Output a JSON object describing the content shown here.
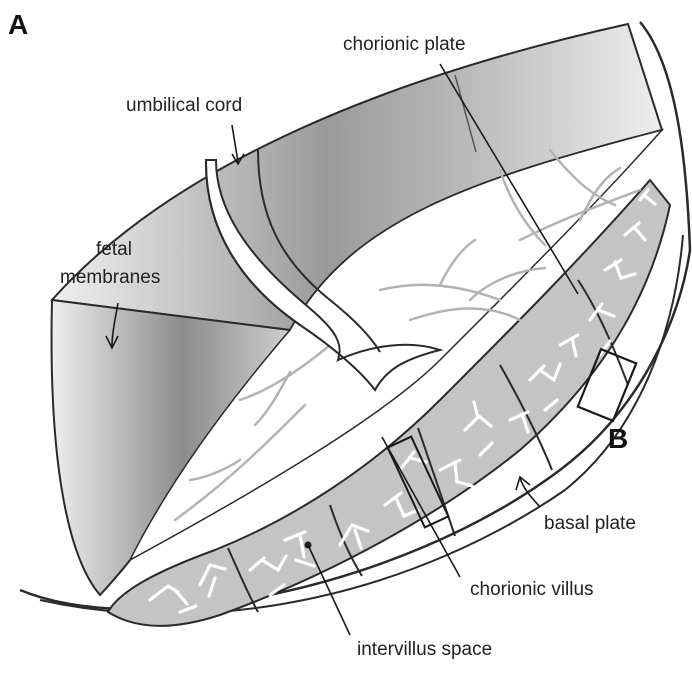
{
  "panel_label": "A",
  "inset_label": "B",
  "labels": {
    "chorionic_plate": "chorionic plate",
    "umbilical_cord": "umbilical cord",
    "fetal_membranes_line1": "fetal",
    "fetal_membranes_line2": "membranes",
    "basal_plate": "basal plate",
    "chorionic_villus": "chorionic villus",
    "intervillus_space": "intervillus space"
  },
  "colors": {
    "outline": "#2a2a2a",
    "villus_fill": "#c4c4c4",
    "membrane_dark": "#7d7d7d",
    "membrane_light": "#e4e4e4",
    "vessel": "#b3b3b3"
  }
}
